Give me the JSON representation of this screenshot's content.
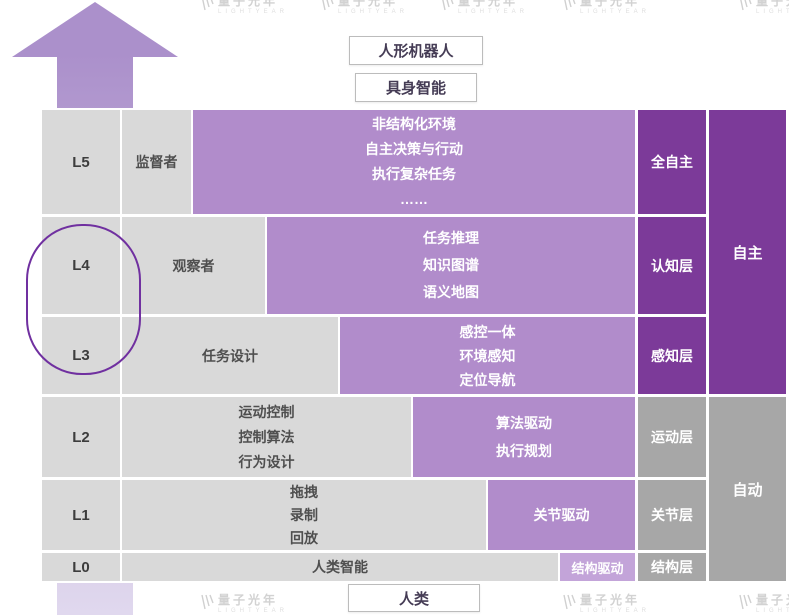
{
  "header": {
    "robot_box": "人形机器人",
    "embodied_box": "具身智能"
  },
  "footer": {
    "human_box": "人类"
  },
  "rows": [
    {
      "level": "L5",
      "role": "监督者",
      "features": [
        "非结构化环境",
        "自主决策与行动",
        "执行复杂任务",
        "……"
      ],
      "layer": "全自主"
    },
    {
      "level": "L4",
      "role": "观察者",
      "features": [
        "任务推理",
        "知识图谱",
        "语义地图"
      ],
      "layer": "认知层"
    },
    {
      "level": "L3",
      "role": "任务设计",
      "features": [
        "感控一体",
        "环境感知",
        "定位导航"
      ],
      "layer": "感知层"
    },
    {
      "level": "L2",
      "role_lines": [
        "运动控制",
        "控制算法",
        "行为设计"
      ],
      "features": [
        "算法驱动",
        "执行规划"
      ],
      "layer": "运动层"
    },
    {
      "level": "L1",
      "role_lines": [
        "拖拽",
        "录制",
        "回放"
      ],
      "features": [
        "关节驱动"
      ],
      "layer": "关节层"
    },
    {
      "level": "L0",
      "role": "人类智能",
      "features": [
        "结构驱动"
      ],
      "layer": "结构层"
    }
  ],
  "groups": [
    {
      "label": "自主"
    },
    {
      "label": "自动"
    }
  ],
  "watermark": {
    "text": "量子光年",
    "sub": "LIGHTYEAR"
  },
  "colors": {
    "arrow": "#ab90cb",
    "cell_gray": "#d9d9d9",
    "cell_purple": "#b18ccb",
    "cell_light_purple": "#c3a4d9",
    "label_dark_purple": "#7c3a99",
    "label_gray": "#a7a7a7",
    "oval_stroke": "#7030a0"
  }
}
